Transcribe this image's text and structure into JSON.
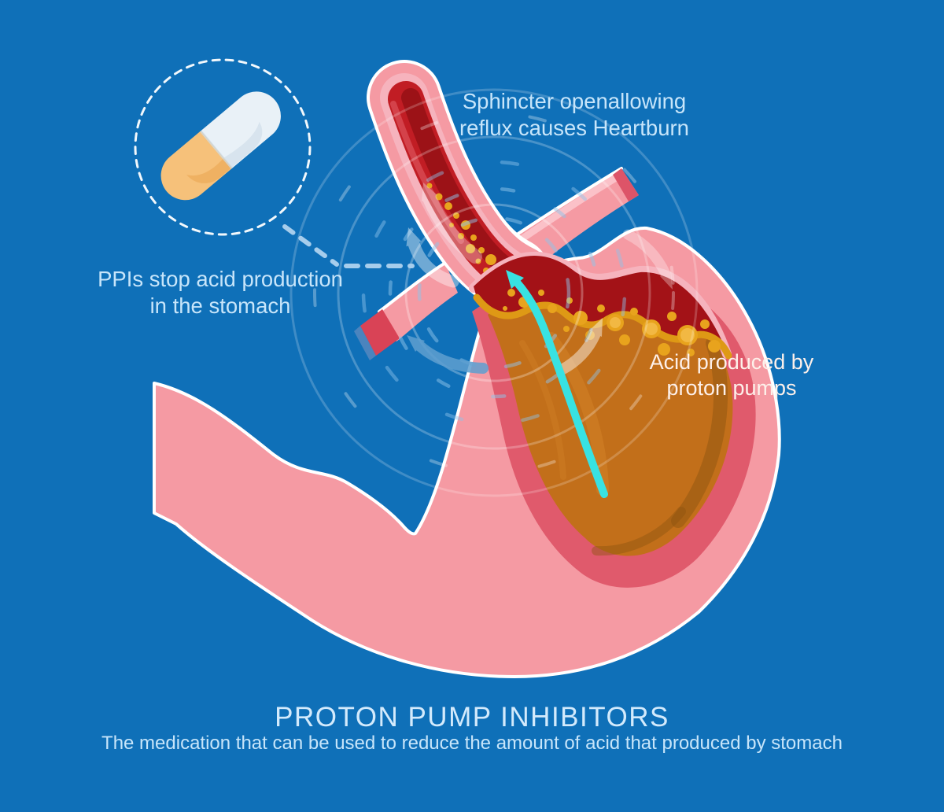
{
  "figure": {
    "title": "PROTON PUMP INHIBITORS",
    "subtitle": "The medication that can be used to reduce the amount of acid that produced by stomach",
    "annotations": {
      "sphincter": "Sphincter openallowing\nreflux causes Heartburn",
      "ppi": "PPIs stop acid production\nin the stomach",
      "acid": "Acid produced by\nproton pumps"
    },
    "icons": {
      "capsule": "ppi-capsule-icon",
      "magnifier_circle": "dashed-zoom-circle",
      "reflux_arrow": "upward-reflux-arrow"
    }
  },
  "colors": {
    "bg": "#0f70b8",
    "organ_pink": "#f59aa3",
    "organ_pink_light": "#f6b3bd",
    "rim_pink": "#e05a6c",
    "cavity_orange": "#c26f1a",
    "acid_red": "#a31217",
    "channel_red": "#c11d24",
    "channel_red_dark": "#9c1217",
    "bubble_orange": "#e8a31d",
    "bubble_orange_light": "#f2b843",
    "wave_orange": "#de9915",
    "reflux_cyan": "#38e2e2",
    "band_cut_red": "#d94356",
    "capsule_body_white": "#e9f1f7",
    "capsule_body_orange": "#f6c17a",
    "dash_blue": "#a6cdec",
    "ring_white": "#ffffff",
    "ring_blue": "#8fc4ea",
    "outline_white": "#ffffff",
    "text_light": "#c7e5fa",
    "text_title": "#d3eafc",
    "text_on_organ": "#fdf0ea"
  }
}
